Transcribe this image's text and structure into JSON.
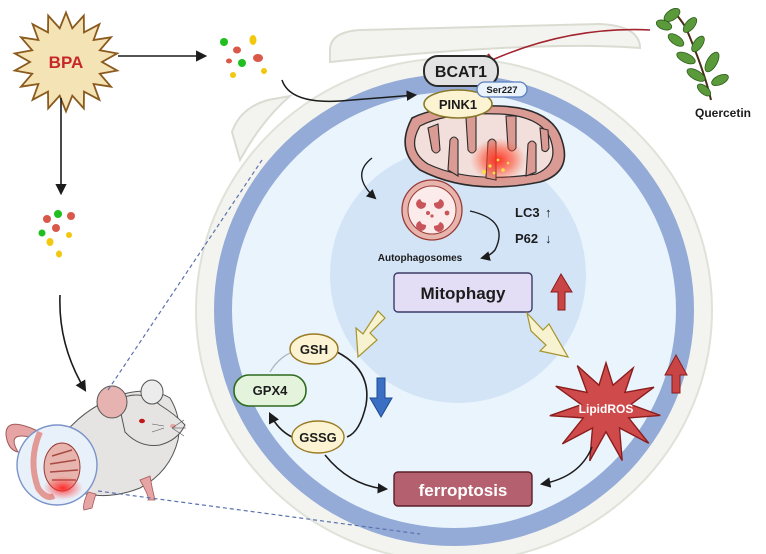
{
  "diagram": {
    "title": "BPA-induced mitophagy and ferroptosis via BCAT1/PINK1, inhibited by Quercetin",
    "nodes": {
      "bpa": {
        "label": "BPA",
        "shape": "starburst",
        "fill": "#f4e3b5",
        "stroke": "#8a5a1e",
        "text_color": "#c62828"
      },
      "bcat1": {
        "label": "BCAT1",
        "fill": "#e3e3e3",
        "stroke": "#2b2b2b"
      },
      "ser227": {
        "label": "Ser227",
        "fill": "#eaf2fb",
        "stroke": "#5b7fc0"
      },
      "pink1": {
        "label": "PINK1",
        "fill": "#fbf3d2",
        "stroke": "#8a7a2a"
      },
      "quercetin": {
        "label": "Quercetin",
        "icon": "plant-sprig-icon"
      },
      "autophagosomes": {
        "label": "Autophagosomes"
      },
      "lc3": {
        "label": "LC3",
        "direction": "up",
        "arrow_glyph": "↑"
      },
      "p62": {
        "label": "P62",
        "direction": "down",
        "arrow_glyph": "↓"
      },
      "mitophagy": {
        "label": "Mitophagy",
        "fill": "#e3def5",
        "stroke": "#3d3a66"
      },
      "gsh": {
        "label": "GSH",
        "fill": "#fbf3d2",
        "stroke": "#9a7b23"
      },
      "gpx4": {
        "label": "GPX4",
        "fill": "#e3f3dc",
        "stroke": "#2e6b1e"
      },
      "gssg": {
        "label": "GSSG",
        "fill": "#fbf3d2",
        "stroke": "#9a7b23"
      },
      "lipidros": {
        "label": "LipidROS",
        "fill": "#cf4b4b",
        "stroke": "#8b1d1d",
        "text_color": "#ffffff"
      },
      "ferroptosis": {
        "label": "ferroptosis",
        "fill": "#b5606f",
        "stroke": "#5a1e28",
        "text_color": "#ffffff"
      }
    },
    "indicators": {
      "mitophagy_change": {
        "direction": "up",
        "color": "#c94444"
      },
      "lipidros_change": {
        "direction": "up",
        "color": "#c94444"
      },
      "gsh_cycle_change": {
        "direction": "down",
        "color": "#3a6fc4"
      }
    },
    "edges": [
      {
        "from": "BPA",
        "to": "Particles (cell)",
        "type": "activation"
      },
      {
        "from": "BPA",
        "to": "Particles (mouse)",
        "type": "activation"
      },
      {
        "from": "Particles (mouse)",
        "to": "Mouse testis",
        "type": "activation"
      },
      {
        "from": "Particles (cell)",
        "to": "BCAT1",
        "type": "activation"
      },
      {
        "from": "Quercetin",
        "to": "BCAT1",
        "type": "inhibition",
        "color": "#a3232f"
      },
      {
        "from": "Mitochondrion",
        "to": "Autophagosomes",
        "type": "activation"
      },
      {
        "from": "Autophagosomes",
        "to": "Mitophagy",
        "type": "activation"
      },
      {
        "from": "Mitophagy",
        "to": "GSH/GPX4 cycle",
        "type": "promotes"
      },
      {
        "from": "Mitophagy",
        "to": "LipidROS",
        "type": "promotes"
      },
      {
        "from": "GSH",
        "to": "GSSG",
        "type": "conversion"
      },
      {
        "from": "GSSG",
        "to": "GPX4",
        "type": "activation"
      },
      {
        "from": "GSSG",
        "to": "ferroptosis",
        "type": "activation"
      },
      {
        "from": "LipidROS",
        "to": "ferroptosis",
        "type": "activation"
      }
    ],
    "colors": {
      "cell_membrane": "#93abd6",
      "cell_outer": "#f3f4ef",
      "cytoplasm": "#eaf4fd",
      "nucleus_zone": "#d3e4f7",
      "mito_fill": "#d99b94",
      "mito_inner": "#f2dfdb",
      "inhibition": "#a3232f",
      "block_arrow": "#f7f2cf"
    }
  }
}
